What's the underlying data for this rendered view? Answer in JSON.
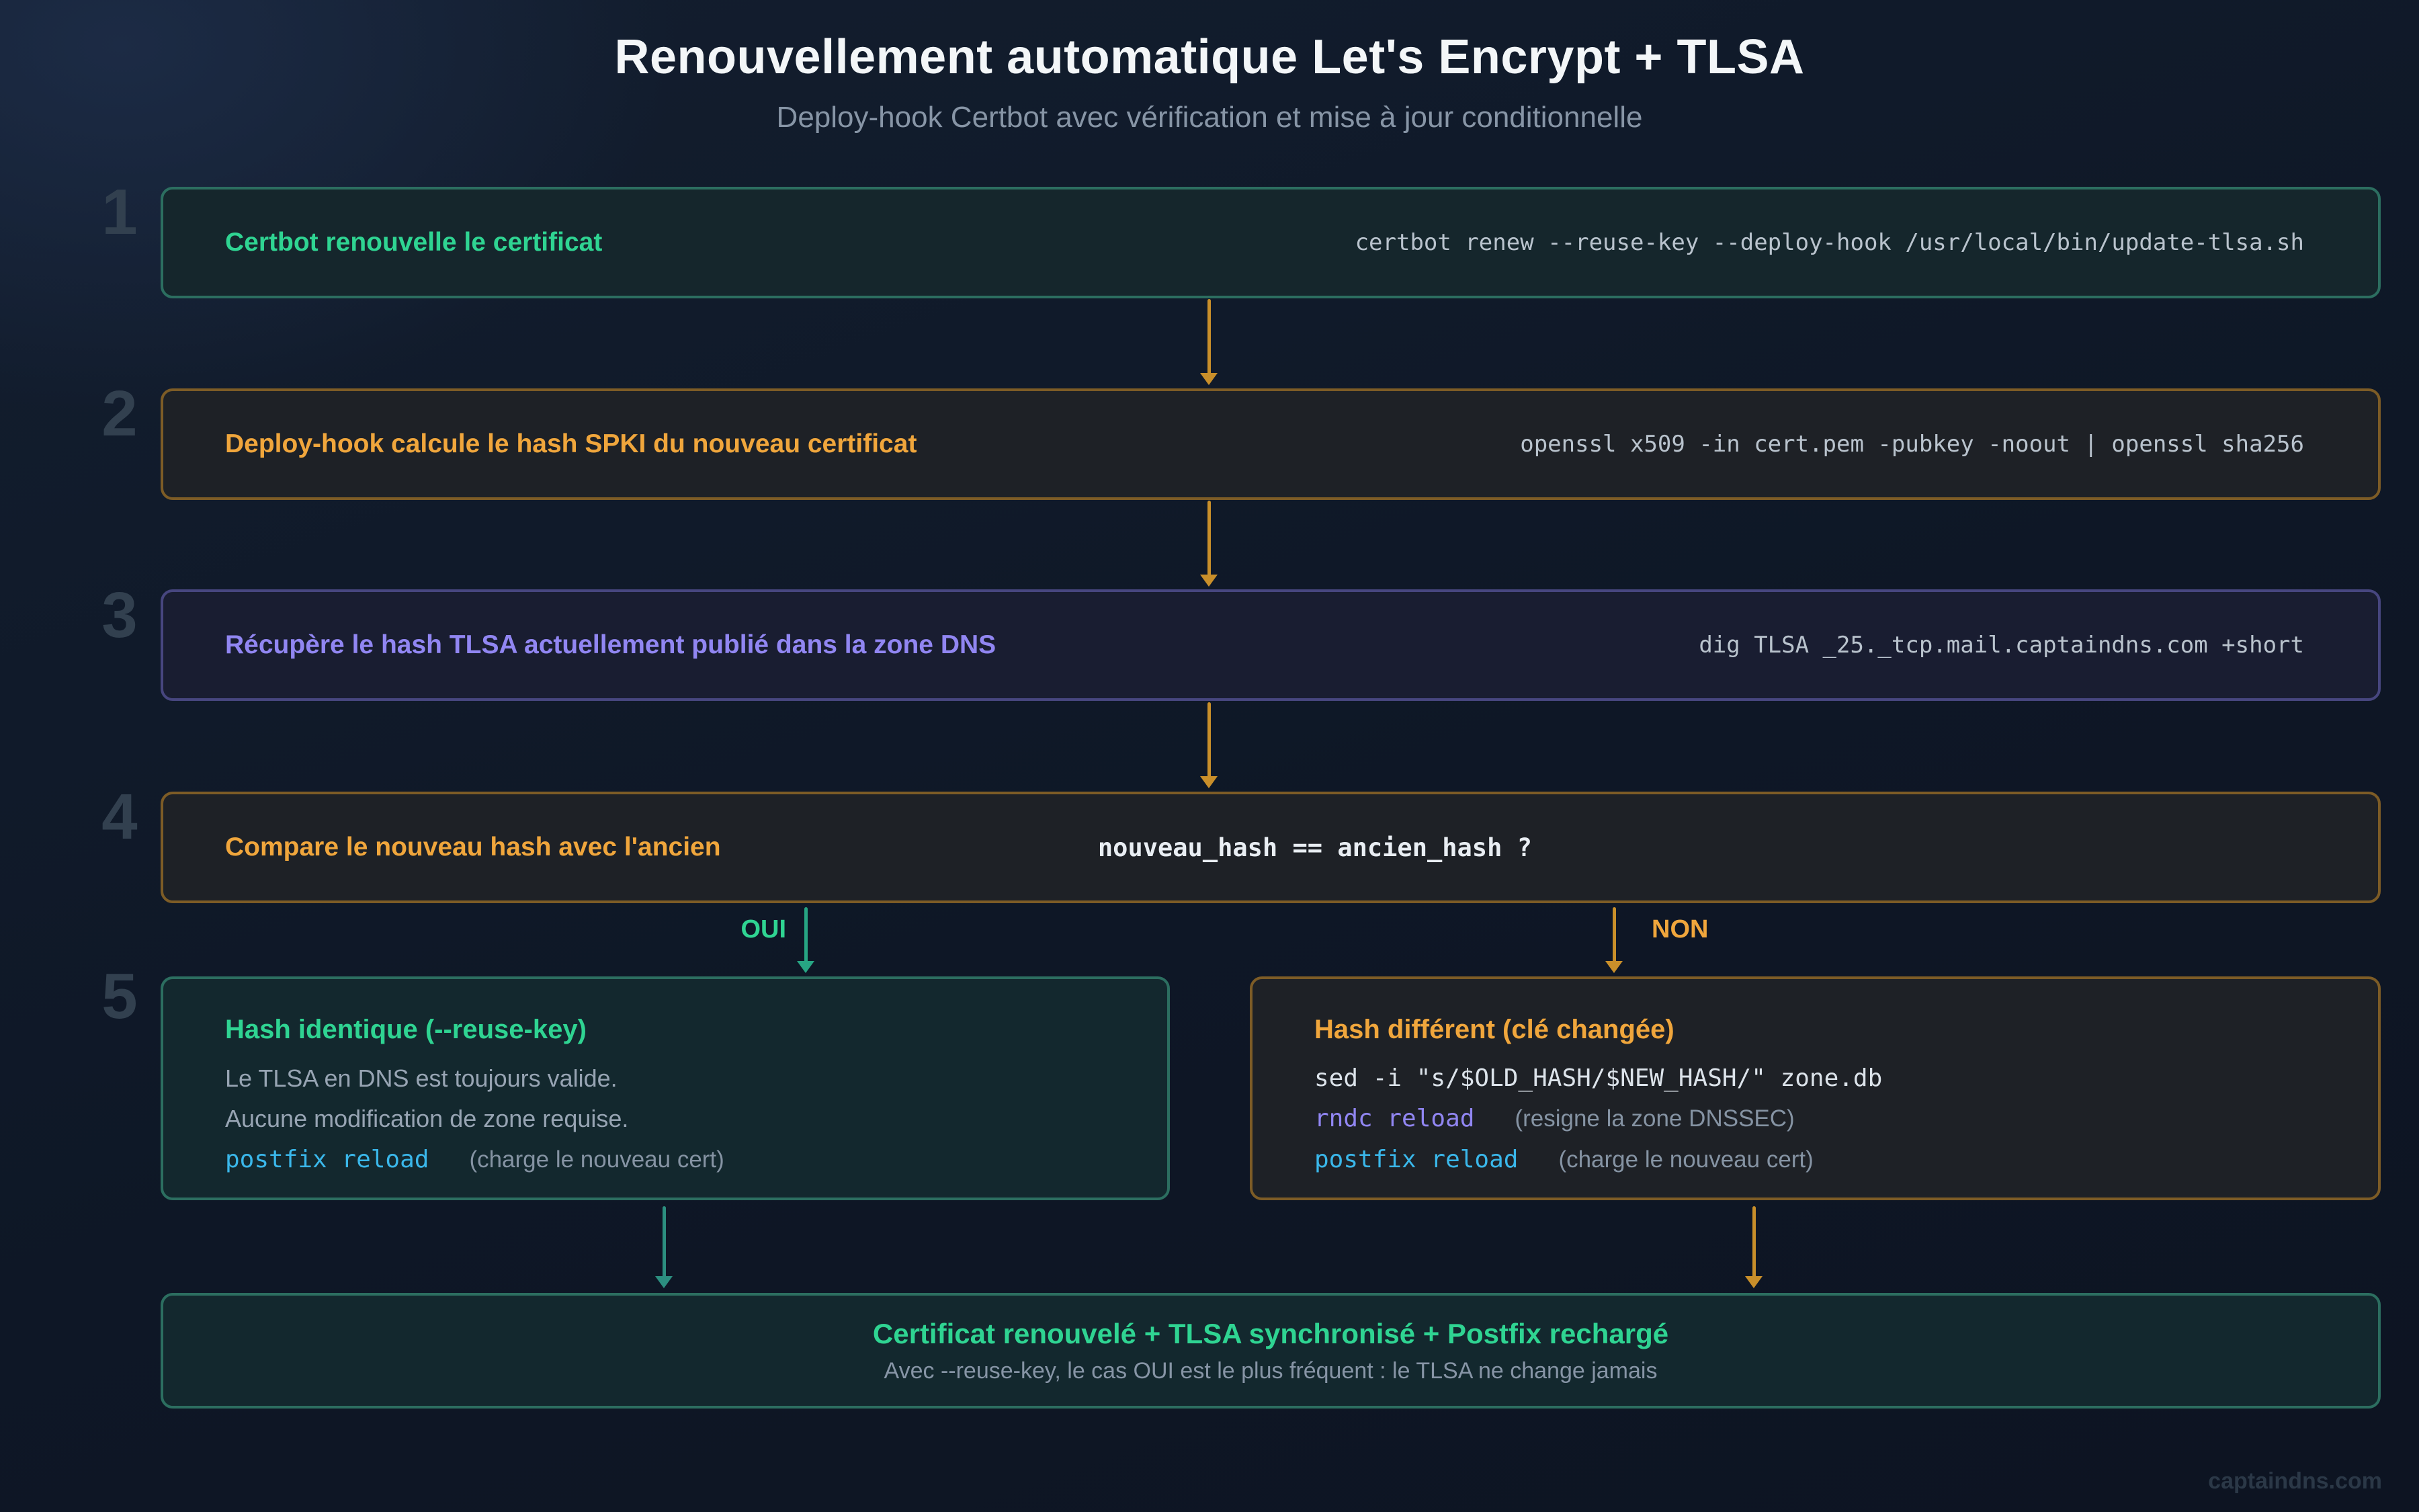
{
  "header": {
    "title": "Renouvellement automatique Let's Encrypt + TLSA",
    "subtitle": "Deploy-hook Certbot avec vérification et mise à jour conditionnelle"
  },
  "steps": [
    {
      "number": "1",
      "title": "Certbot renouvelle le certificat",
      "code": "certbot renew --reuse-key --deploy-hook /usr/local/bin/update-tlsa.sh"
    },
    {
      "number": "2",
      "title": "Deploy-hook calcule le hash SPKI du nouveau certificat",
      "code": "openssl x509 -in cert.pem -pubkey -noout | openssl sha256"
    },
    {
      "number": "3",
      "title": "Récupère le hash TLSA actuellement publié dans la zone DNS",
      "code": "dig TLSA _25._tcp.mail.captaindns.com +short"
    },
    {
      "number": "4",
      "title": "Compare le nouveau hash avec l'ancien",
      "code": "nouveau_hash == ancien_hash ?"
    },
    {
      "number": "5"
    }
  ],
  "branches": {
    "yes": {
      "label": "OUI",
      "title": "Hash identique (--reuse-key)",
      "lines": [
        "Le TLSA en DNS est toujours valide.",
        "Aucune modification de zone requise."
      ],
      "command": "postfix reload",
      "command_note": "(charge le nouveau cert)"
    },
    "no": {
      "label": "NON",
      "title": "Hash différent (clé changée)",
      "code": "sed -i \"s/$OLD_HASH/$NEW_HASH/\" zone.db",
      "commands": [
        {
          "cmd": "rndc reload",
          "note": "(resigne la zone DNSSEC)"
        },
        {
          "cmd": "postfix reload",
          "note": "(charge le nouveau cert)"
        }
      ]
    }
  },
  "result": {
    "title": "Certificat renouvelé + TLSA synchronisé + Postfix rechargé",
    "subtitle": "Avec --reuse-key, le cas OUI est le plus fréquent : le TLSA ne change jamais"
  },
  "watermark": "captaindns.com",
  "colors": {
    "green": "#2fd492",
    "amber": "#f0a63c",
    "purple": "#9186f2",
    "cyan": "#3ab7ea",
    "arrow-amber": "#c98f2a",
    "arrow-green": "#27a583",
    "arrow-teal": "#2c8f80",
    "border-teal": "#2c6e60",
    "border-amber": "#7d5c26",
    "border-purple": "#47467f",
    "text": "#f3f6f8",
    "muted": "#8795a6",
    "code": "#b9c3cd"
  }
}
